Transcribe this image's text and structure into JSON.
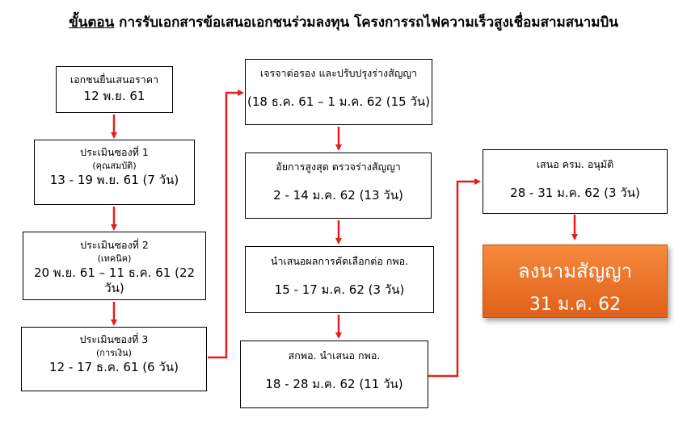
{
  "title": {
    "underlined": "ขั้นตอน",
    "rest": " การรับเอกสารข้อเสนอเอกชนร่วมลงทุน โครงการรถไฟความเร็วสูงเชื่อมสามสนามบิน"
  },
  "column1": [
    {
      "label": "เอกชนยื่นเสนอราคา",
      "date": "12  พ.ย. 61"
    },
    {
      "label": "ประเมินซองที่ 1",
      "sub": "(คุณสมบัติ)",
      "date": "13 - 19  พ.ย. 61 (7 วัน)"
    },
    {
      "label": "ประเมินซองที่ 2",
      "sub": "(เทคนิค)",
      "date": "20 พ.ย. 61 – 11 ธ.ค. 61 (22 วัน)"
    },
    {
      "label": "ประเมินซองที่ 3",
      "sub": "(การเงิน)",
      "date": "12 - 17 ธ.ค. 61 (6 วัน)"
    }
  ],
  "column2": [
    {
      "label": "เจรจาต่อรอง และปรับปรุงร่างสัญญา",
      "date": "(18 ธ.ค. 61 – 1 ม.ค. 62 (15 วัน)"
    },
    {
      "label": "อัยการสูงสุด ตรวจร่างสัญญา",
      "date": "2 - 14 ม.ค. 62 (13 วัน)"
    },
    {
      "label": "นำเสนอผลการคัดเลือกต่อ  กพอ.",
      "date": "15 - 17 ม.ค. 62 (3 วัน)"
    },
    {
      "label": "สกพอ. นำเสนอ กพอ.",
      "date": "18 - 28 ม.ค. 62 (11 วัน)"
    }
  ],
  "column3": [
    {
      "label": "เสนอ ครม. อนุมัติ",
      "date": "28 - 31 ม.ค. 62 (3 วัน)"
    }
  ],
  "final": {
    "label": "ลงนามสัญญา",
    "date": "31 ม.ค. 62"
  },
  "colors": {
    "arrow": "#e02020",
    "final_bg": "#ee7630"
  }
}
